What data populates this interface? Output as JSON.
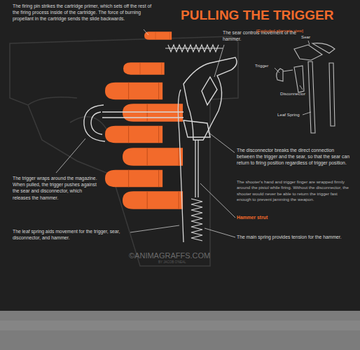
{
  "diagram": {
    "title": "PULLING THE TRIGGER",
    "labels": [
      "The firing pin strikes the cartridge primer, which sets off the rest of the firing process inside of the cartridge. The force of burning propellant in the cartridge sends the slide backwards.",
      "The sear controls movement of the hammer.",
      "[Exploded alternate view]",
      "Sear",
      "Trigger",
      "Disconnector",
      "Leaf Spring",
      "The disconnector breaks the direct connection between the trigger and the sear, so that the sear can return to firing position regardless of trigger position.",
      "The shooter's hand and trigger finger are wrapped firmly around the pistol while firing. Without the disconnector, the shooter would never be able to return the trigger fast enough to prevent jamming the weapon.",
      "The trigger wraps around the magazine. When pulled, the trigger pushes against the sear and disconnector, which releases the hammer.",
      "Hammer strut",
      "The leaf spring aids movement for the trigger, sear, disconnector, and hammer.",
      "The main spring provides tension for the hammer.",
      "©ANIMAGRAFFS.COM",
      "BY JACOB O'NEAL"
    ]
  }
}
